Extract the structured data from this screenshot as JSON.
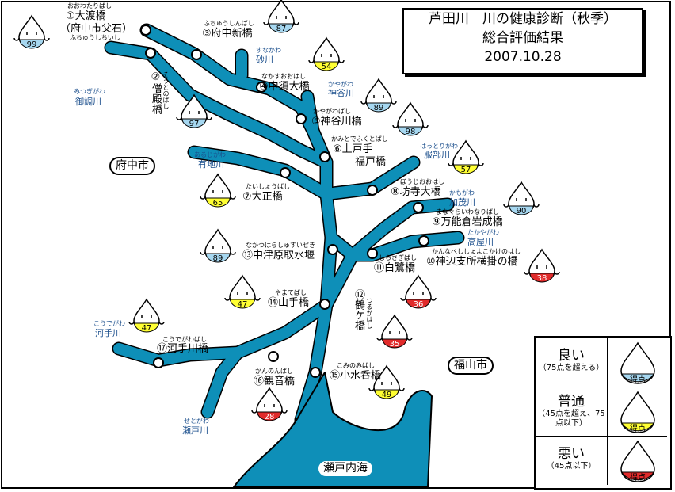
{
  "title": {
    "line1": "芦田川　川の健康診断（秋季）",
    "line2": "総合評価結果",
    "line3": "2007.10.28"
  },
  "cities": [
    {
      "name": "府中市"
    },
    {
      "name": "福山市"
    }
  ],
  "sea": {
    "name": "瀬戸内海"
  },
  "rivers": [
    {
      "name": "御調川",
      "furigana": "みつぎがわ"
    },
    {
      "name": "砂川",
      "furigana": "すなかわ"
    },
    {
      "name": "神谷川",
      "furigana": "かやがわ"
    },
    {
      "name": "有地川",
      "furigana": "あるじがわ"
    },
    {
      "name": "服部川",
      "furigana": "はっとりがわ"
    },
    {
      "name": "加茂川",
      "furigana": "かもがわ"
    },
    {
      "name": "高屋川",
      "furigana": "たかやがわ"
    },
    {
      "name": "河手川",
      "furigana": "こうでがわ"
    },
    {
      "name": "瀬戸川",
      "furigana": "せとがわ"
    }
  ],
  "bridges": [
    {
      "no": "①",
      "name": "大渡橋",
      "furigana": "おおわたりばし"
    },
    {
      "no": "②",
      "name": "僧殿橋",
      "furigana": "そうとのばし"
    },
    {
      "no": "③",
      "name": "府中新橋",
      "furigana": "ふちゅうしんばし"
    },
    {
      "no": "④",
      "name": "中須大橋",
      "furigana": "なかすおおはし"
    },
    {
      "no": "⑤",
      "name": "神谷川橋",
      "furigana": "かやがわばし"
    },
    {
      "no": "⑥",
      "name": "上戸手",
      "furigana": "かみとでふくとばし"
    },
    {
      "no": "⑦",
      "name": "大正橋",
      "furigana": "たいしょうばし"
    },
    {
      "no": "⑧",
      "name": "坊寺大橋",
      "furigana": "ぼうじおおはし"
    },
    {
      "no": "⑨",
      "name": "万能倉岩成橋",
      "furigana": "まなぐらいわなりばし"
    },
    {
      "no": "⑩",
      "name": "神辺支所横掛の橋",
      "furigana": "かんなべししょよこかけのはし"
    },
    {
      "no": "⑪",
      "name": "白鷺橋",
      "furigana": "しらさぎばし"
    },
    {
      "no": "⑫",
      "name": "鶴ケ橋",
      "furigana": "つるがはし"
    },
    {
      "no": "⑬",
      "name": "中津原取水堰",
      "furigana": "なかつはらしゅすいぜき"
    },
    {
      "no": "⑭",
      "name": "山手橋",
      "furigana": "やまてばし"
    },
    {
      "no": "⑮",
      "name": "小水呑橋",
      "furigana": "こみのみばし"
    },
    {
      "no": "⑯",
      "name": "観音橋",
      "furigana": "かんのんばし"
    },
    {
      "no": "⑰",
      "name": "河手川橋",
      "furigana": "こうでがわばし"
    }
  ],
  "extra_labels": {
    "fuchu_chiseki": "（府中市父石）",
    "fuchu_chiseki_furigana": "ふちゅうしちいし",
    "fukuto": "福戸橋"
  },
  "scores": [
    {
      "site": "①",
      "value": "99",
      "rating": "good"
    },
    {
      "site": "③",
      "value": "87",
      "rating": "good"
    },
    {
      "site": "砂川",
      "value": "54",
      "rating": "normal"
    },
    {
      "site": "②",
      "value": "97",
      "rating": "good"
    },
    {
      "site": "神谷川",
      "value": "89",
      "rating": "good"
    },
    {
      "site": "⑥",
      "value": "98",
      "rating": "good"
    },
    {
      "site": "服部川",
      "value": "57",
      "rating": "normal"
    },
    {
      "site": "⑦",
      "value": "65",
      "rating": "normal"
    },
    {
      "site": "加茂川",
      "value": "90",
      "rating": "good"
    },
    {
      "site": "⑬",
      "value": "89",
      "rating": "good"
    },
    {
      "site": "高屋川",
      "value": "38",
      "rating": "bad"
    },
    {
      "site": "⑭",
      "value": "47",
      "rating": "normal"
    },
    {
      "site": "⑪",
      "value": "36",
      "rating": "bad"
    },
    {
      "site": "河手川",
      "value": "47",
      "rating": "normal"
    },
    {
      "site": "⑫",
      "value": "35",
      "rating": "bad"
    },
    {
      "site": "⑮",
      "value": "49",
      "rating": "normal"
    },
    {
      "site": "⑯",
      "value": "28",
      "rating": "bad"
    }
  ],
  "legend": {
    "rows": [
      {
        "label": "良い",
        "note": "（75点を超える）",
        "icon_text": "得点"
      },
      {
        "label": "普通",
        "note": "（45点を超え、75点以下）",
        "icon_text": "得点"
      },
      {
        "label": "悪い",
        "note": "（45点以下）",
        "icon_text": "得点"
      }
    ]
  },
  "colors": {
    "river": "#0e8fb8",
    "good": "#a6d7f0",
    "normal": "#ffff33",
    "bad": "#e12b2b",
    "river_label": "#1a4e8c"
  }
}
